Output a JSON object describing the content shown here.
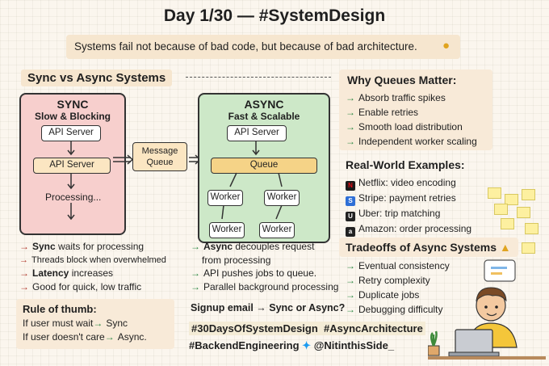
{
  "title": "Day 1/30 — #SystemDesign",
  "tagline": "Systems fail not because of bad code, but because of bad architecture.",
  "section_title": "Sync vs Async Systems",
  "sync": {
    "heading": "SYNC",
    "subheading": "Slow & Blocking",
    "api_server_1": "API Server",
    "api_server_2": "API Server",
    "processing": "Processing..."
  },
  "message_queue": {
    "line1": "Message",
    "line2": "Queue"
  },
  "async": {
    "heading": "ASYNC",
    "subheading": "Fast & Scalable",
    "api_server": "API Server",
    "queue": "Queue",
    "worker": "Worker"
  },
  "sync_points": [
    {
      "pre": "",
      "bold": "Sync",
      "post": " waits for processing"
    },
    {
      "pre": "Threads block when overwhelmed",
      "bold": "",
      "post": ""
    },
    {
      "pre": "",
      "bold": "Latency",
      "post": " increases"
    },
    {
      "pre": "Good for quick, low traffic",
      "bold": "",
      "post": ""
    }
  ],
  "async_points": [
    {
      "bold": "Async",
      "post": " decouples request",
      "cont": "from processing"
    },
    {
      "bold": "",
      "post": "API pushes jobs to queue.",
      "cont": ""
    },
    {
      "bold": "",
      "post": "Parallel background processing",
      "cont": ""
    }
  ],
  "rule": {
    "title": "Rule of thumb:",
    "line1_pre": "If user must wait",
    "line1_post": "Sync",
    "line2_pre": "If user doesn't care",
    "line2_post": "Async."
  },
  "signup": {
    "pre": "Signup email",
    "post": "Sync or Async?"
  },
  "hashtags": {
    "line1": "#30DaysOfSystemDesign  #AsyncArchitecture",
    "line2": "#BackendEngineering",
    "handle": "@NitinthisSide_"
  },
  "why_queues": {
    "title": "Why Queues Matter:",
    "items": [
      "Absorb traffic spikes",
      "Enable retries",
      "Smooth load distribution",
      "Independent worker scaling"
    ]
  },
  "examples": {
    "title": "Real-World Examples:",
    "items": [
      {
        "text": "Netflix: video encoding",
        "icon": "netflix-icon",
        "color": "#1a1a1a",
        "glyph": "N"
      },
      {
        "text": "Stripe: payment retries",
        "icon": "stripe-icon",
        "color": "#2f6fd6",
        "glyph": "S"
      },
      {
        "text": "Uber: trip matching",
        "icon": "uber-icon",
        "color": "#222222",
        "glyph": "U"
      },
      {
        "text": "Amazon: order processing",
        "icon": "amazon-icon",
        "color": "#222222",
        "glyph": "a"
      }
    ]
  },
  "tradeoffs": {
    "title": "Tradeoffs of Async Systems",
    "items": [
      "Eventual consistency",
      "Retry complexity",
      "Duplicate jobs",
      "Debugging difficulty"
    ]
  },
  "colors": {
    "sync_panel": "#f7cfcd",
    "async_panel": "#cde8c8",
    "queue": "#f5d387",
    "red_arrow": "#b1382c",
    "green_arrow": "#2f8a45"
  }
}
